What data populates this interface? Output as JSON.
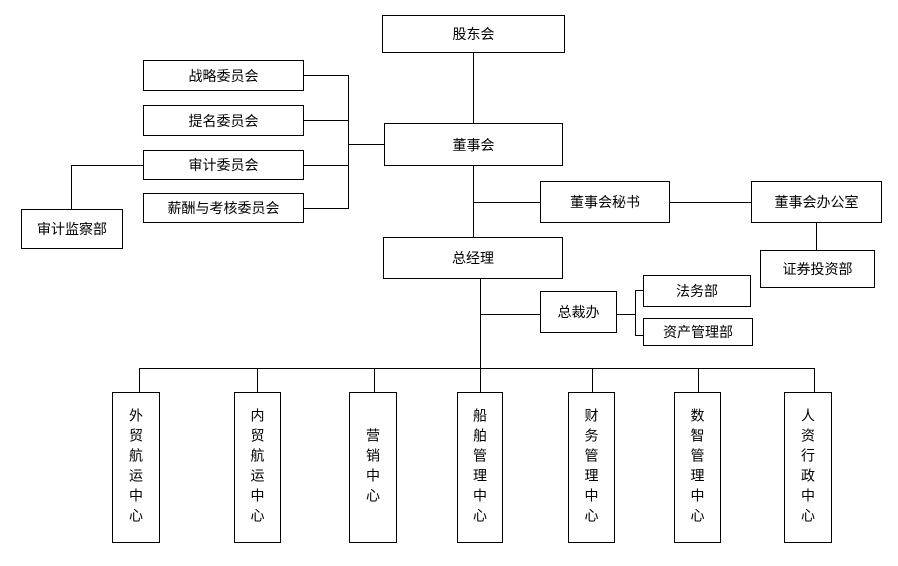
{
  "nodes": {
    "shareholders": "股东会",
    "board": "董事会",
    "strategy_committee": "战略委员会",
    "nomination_committee": "提名委员会",
    "audit_committee": "审计委员会",
    "remuneration_committee": "薪酬与考核委员会",
    "audit_supervision_dept": "审计监察部",
    "board_secretary": "董事会秘书",
    "board_office": "董事会办公室",
    "securities_investment_dept": "证券投资部",
    "general_manager": "总经理",
    "president_office": "总裁办",
    "legal_dept": "法务部",
    "asset_management_dept": "资产管理部",
    "centers": [
      "外贸航运中心",
      "内贸航运中心",
      "营销中心",
      "船舶管理中心",
      "财务管理中心",
      "数智管理中心",
      "人资行政中心"
    ]
  },
  "style": {
    "line_color": "#000000",
    "text_color": "#000000",
    "background": "#ffffff"
  }
}
